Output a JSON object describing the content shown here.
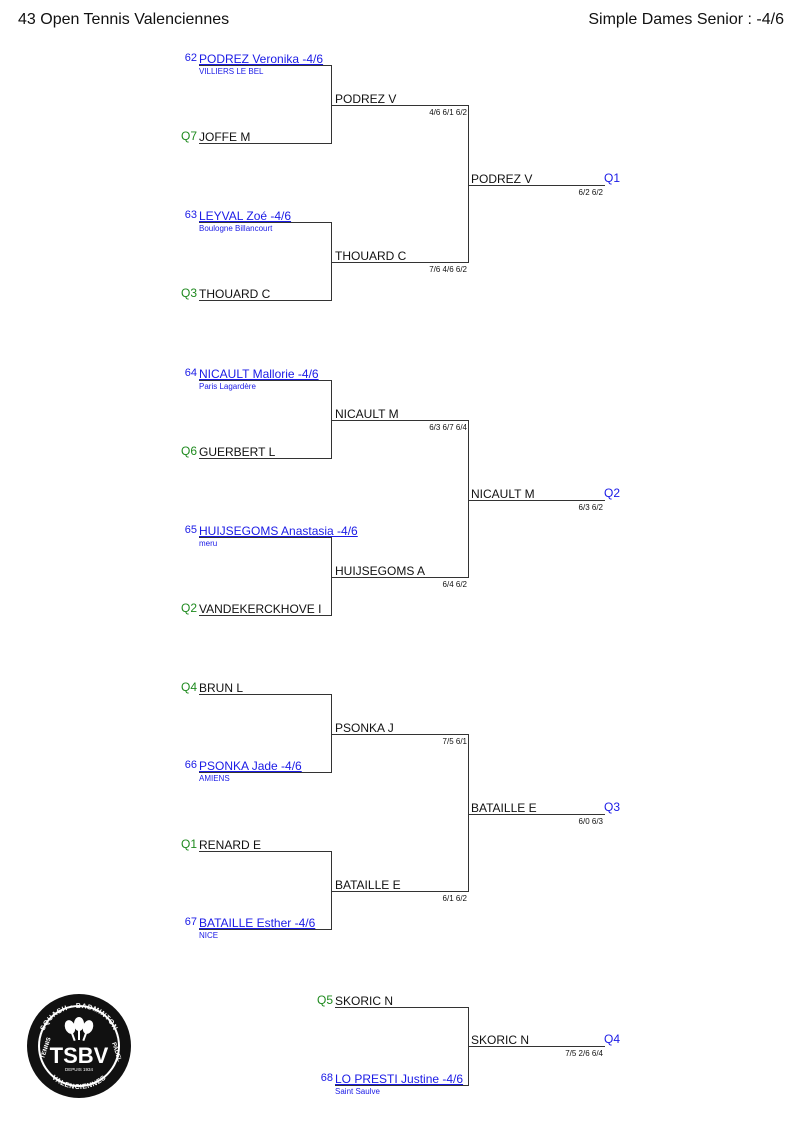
{
  "header": {
    "left": "43 Open Tennis Valenciennes",
    "right": "Simple Dames Senior : -4/6"
  },
  "blocks": [
    {
      "entries": [
        {
          "tag": "62",
          "name": "PODREZ Veronika -4/6",
          "club": "VILLIERS LE BEL"
        },
        {
          "tag": "Q7",
          "name": "JOFFE M"
        },
        {
          "tag": "63",
          "name": "LEYVAL Zoé -4/6",
          "club": "Boulogne Billancourt"
        },
        {
          "tag": "Q3",
          "name": "THOUARD C"
        }
      ],
      "round2": [
        {
          "name": "PODREZ V",
          "score": "4/6 6/1 6/2"
        },
        {
          "name": "THOUARD C",
          "score": "7/6 4/6 6/2"
        }
      ],
      "winner": {
        "name": "PODREZ V",
        "score": "6/2 6/2",
        "qualifier": "Q1"
      }
    },
    {
      "entries": [
        {
          "tag": "64",
          "name": "NICAULT Mallorie -4/6",
          "club": "Paris Lagardère"
        },
        {
          "tag": "Q6",
          "name": "GUERBERT L"
        },
        {
          "tag": "65",
          "name": "HUIJSEGOMS Anastasia -4/6",
          "club": "meru"
        },
        {
          "tag": "Q2",
          "name": "VANDEKERCKHOVE I"
        }
      ],
      "round2": [
        {
          "name": "NICAULT M",
          "score": "6/3 6/7 6/4"
        },
        {
          "name": "HUIJSEGOMS A",
          "score": "6/4 6/2"
        }
      ],
      "winner": {
        "name": "NICAULT M",
        "score": "6/3 6/2",
        "qualifier": "Q2"
      }
    },
    {
      "entries": [
        {
          "tag": "Q4",
          "name": "BRUN L"
        },
        {
          "tag": "66",
          "name": "PSONKA Jade -4/6",
          "club": "AMIENS"
        },
        {
          "tag": "Q1",
          "name": "RENARD E"
        },
        {
          "tag": "67",
          "name": "BATAILLE Esther -4/6",
          "club": "NICE"
        }
      ],
      "round2": [
        {
          "name": "PSONKA J",
          "score": "7/5 6/1"
        },
        {
          "name": "BATAILLE E",
          "score": "6/1 6/2"
        }
      ],
      "winner": {
        "name": "BATAILLE E",
        "score": "6/0 6/3",
        "qualifier": "Q3"
      }
    }
  ],
  "final_block": {
    "entries": [
      {
        "tag": "Q5",
        "name": "SKORIC N"
      },
      {
        "tag": "68",
        "name": "LO PRESTI Justine -4/6",
        "club": "Saint Saulve"
      }
    ],
    "winner": {
      "name": "SKORIC N",
      "score": "7/5 2/6 6/4",
      "qualifier": "Q4"
    }
  },
  "logo": {
    "text": "TSBV",
    "top_text": "SQUASH • BADMINTON",
    "left_text": "TENNIS",
    "right_text": "PADEL",
    "bottom_text": "VALENCIENNES",
    "since": "DEPUIS 1934"
  },
  "colors": {
    "seed_blue": "#1a1ae6",
    "qualifier_green": "#1e8a1e",
    "line": "#333333"
  }
}
